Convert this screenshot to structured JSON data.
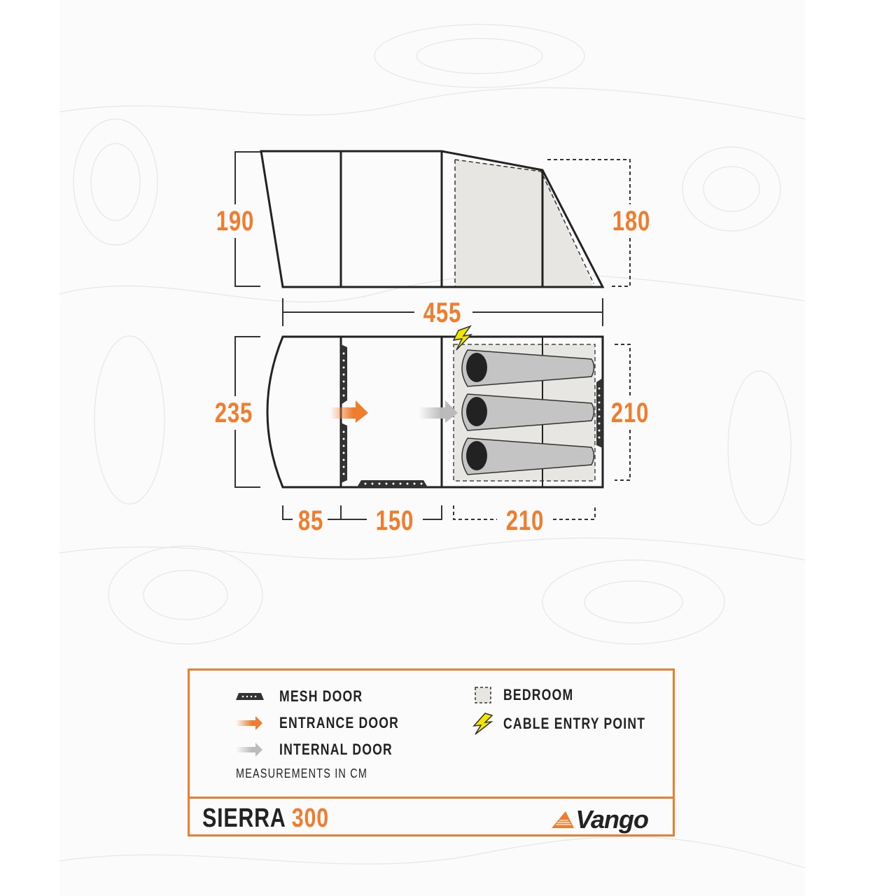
{
  "side_view": {
    "height_front": "190",
    "height_rear": "180",
    "total_length": "455"
  },
  "floor_plan": {
    "width_front": "235",
    "width_bedroom": "210",
    "segments": [
      "85",
      "150",
      "210"
    ],
    "sleeping_bags": 3
  },
  "legend": {
    "items": [
      {
        "icon": "mesh-door-icon",
        "label": "MESH DOOR"
      },
      {
        "icon": "entrance-door-arrow-icon",
        "label": "ENTRANCE DOOR"
      },
      {
        "icon": "internal-door-arrow-icon",
        "label": "INTERNAL DOOR"
      },
      {
        "icon": "bedroom-icon",
        "label": "BEDROOM"
      },
      {
        "icon": "lightning-icon",
        "label": "CABLE ENTRY POINT"
      }
    ],
    "note": "MEASUREMENTS IN CM"
  },
  "product": {
    "name": "SIERRA",
    "model": "300",
    "brand": "Vango"
  },
  "colors": {
    "accent": "#f07c2e",
    "outline": "#222222",
    "bedroom_fill": "#e8e6e3",
    "bag_fill": "#c4c4c4",
    "lightning": "#f2e600"
  }
}
